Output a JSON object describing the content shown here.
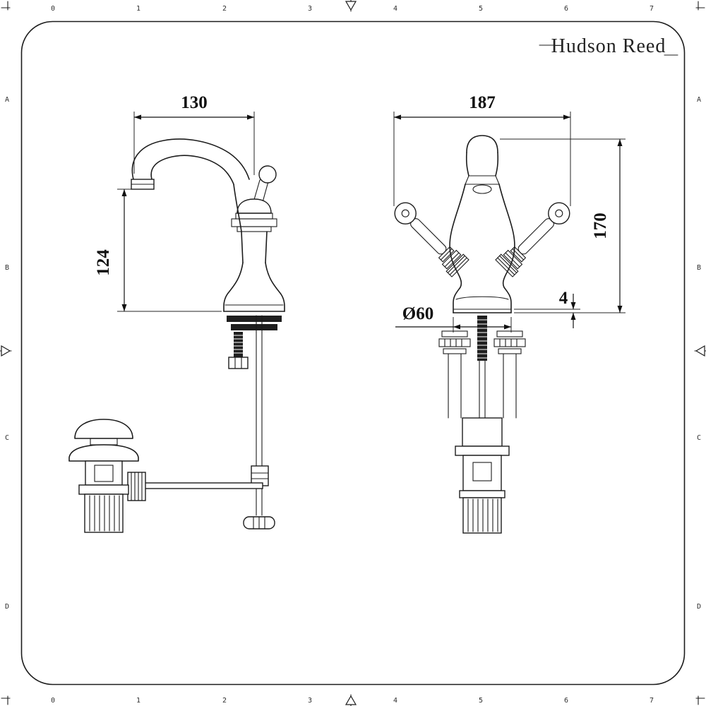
{
  "brand": {
    "name": "Hudson Reed"
  },
  "style": {
    "ink": "#1c1c1c",
    "paper": "#ffffff"
  },
  "rulers": {
    "top": [
      "0",
      "1",
      "2",
      "3",
      "4",
      "5",
      "6",
      "7"
    ],
    "bottom": [
      "0",
      "1",
      "2",
      "3",
      "4",
      "5",
      "6",
      "7"
    ],
    "left": [
      "A",
      "B",
      "C",
      "D"
    ],
    "right": [
      "A",
      "B",
      "C",
      "D"
    ]
  },
  "dims": {
    "side_width": "130",
    "side_height": "124",
    "front_width": "187",
    "front_height": "170",
    "front_gap": "4",
    "base_diameter": "Ø60"
  }
}
